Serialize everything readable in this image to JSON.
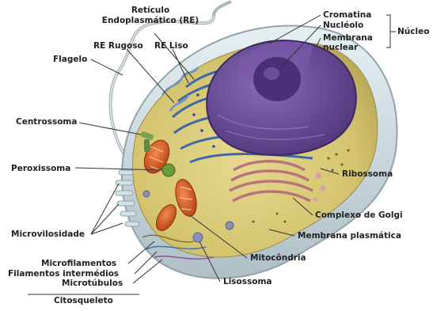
{
  "labels": {
    "reticulo_line1": "Retículo",
    "reticulo_line2": "Endoplasmático (RE)",
    "re_rugoso": "RE Rugoso",
    "re_liso": "RE Liso",
    "flagelo": "Flagelo",
    "centrossoma": "Centrossoma",
    "peroxissoma": "Peroxissoma",
    "microvilosidade": "Microvilosidade",
    "microfilamentos": "Microfilamentos",
    "filamentos_intermedios": "Filamentos intermédios",
    "microtubulos": "Microtúbulos",
    "citosqueleto": "Citosqueleto",
    "lisossoma": "Lisossoma",
    "mitocondria": "Mitocôndria",
    "membrana_plasmatica": "Membrana plasmática",
    "complexo_golgi": "Complexo de Golgi",
    "ribossoma": "Ribossoma",
    "cromatina": "Cromatina",
    "nucleolo": "Nucléolo",
    "membrana_nuclear_line1": "Membrana",
    "membrana_nuclear_line2": "nuclear",
    "nucleo": "Núcleo"
  },
  "colors": {
    "cytoplasm": "#d7c77a",
    "membrane": "#cfe0e6",
    "nucleus": "#6a4d95",
    "nucleolus": "#4b2f78",
    "rough_er": "#4a74b5",
    "golgi": "#c98d92",
    "mitochondria": "#d9612a",
    "leader": "#333333"
  }
}
